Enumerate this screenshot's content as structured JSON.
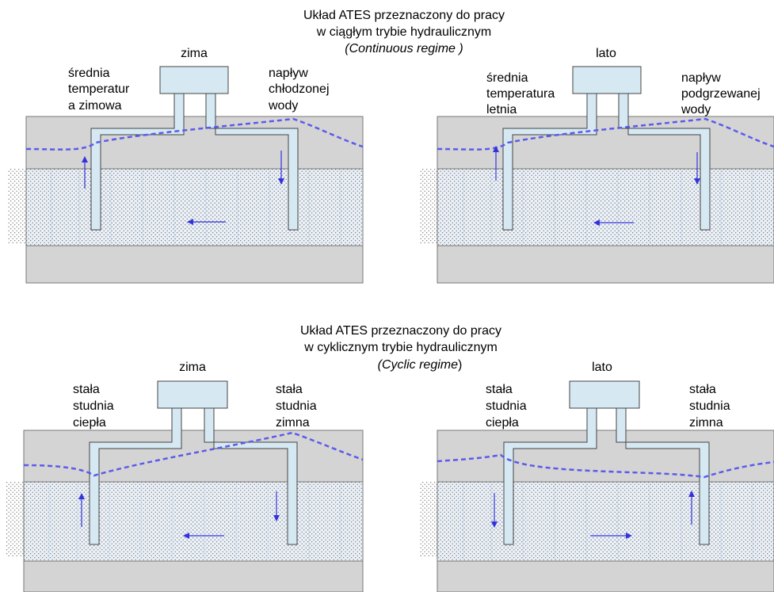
{
  "colors": {
    "ground": "#d4d4d4",
    "aquifer": "#ebf1f8",
    "dots": "#555555",
    "pipe_fill": "#d6e9f3",
    "pipe_stroke": "#444444",
    "water_table": "#5b5bea",
    "arrow": "#3333dd",
    "grid": "#cfe0f1"
  },
  "top": {
    "title_line1": "Układ ATES przeznaczony do pracy",
    "title_line2": "w ciągłym trybie hydraulicznym",
    "title_line3": "(Continuous regime  )",
    "left": {
      "season": "zima",
      "well_left_label": [
        "średnia",
        "temperatur",
        "a zimowa"
      ],
      "well_right_label": [
        "napływ",
        "chłodzonej",
        "wody"
      ]
    },
    "right": {
      "season": "lato",
      "well_left_label": [
        "średnia",
        "temperatura",
        "letnia"
      ],
      "well_right_label": [
        "napływ",
        "podgrzewanej",
        "wody"
      ]
    }
  },
  "bottom": {
    "title_line1": "Układ ATES przeznaczony do pracy",
    "title_line2": "w cyklicznym trybie hydraulicznym",
    "title_line3_italic": "(Cyclic regime",
    "title_line3_tail": ")",
    "left": {
      "season": "zima",
      "well_left_label": [
        "stała",
        "studnia",
        "ciepła"
      ],
      "well_right_label": [
        "stała",
        "studnia",
        "zimna"
      ]
    },
    "right": {
      "season": "lato",
      "well_left_label": [
        "stała",
        "studnia",
        "ciepła"
      ],
      "well_right_label": [
        "stała",
        "studnia",
        "zimna"
      ]
    }
  }
}
